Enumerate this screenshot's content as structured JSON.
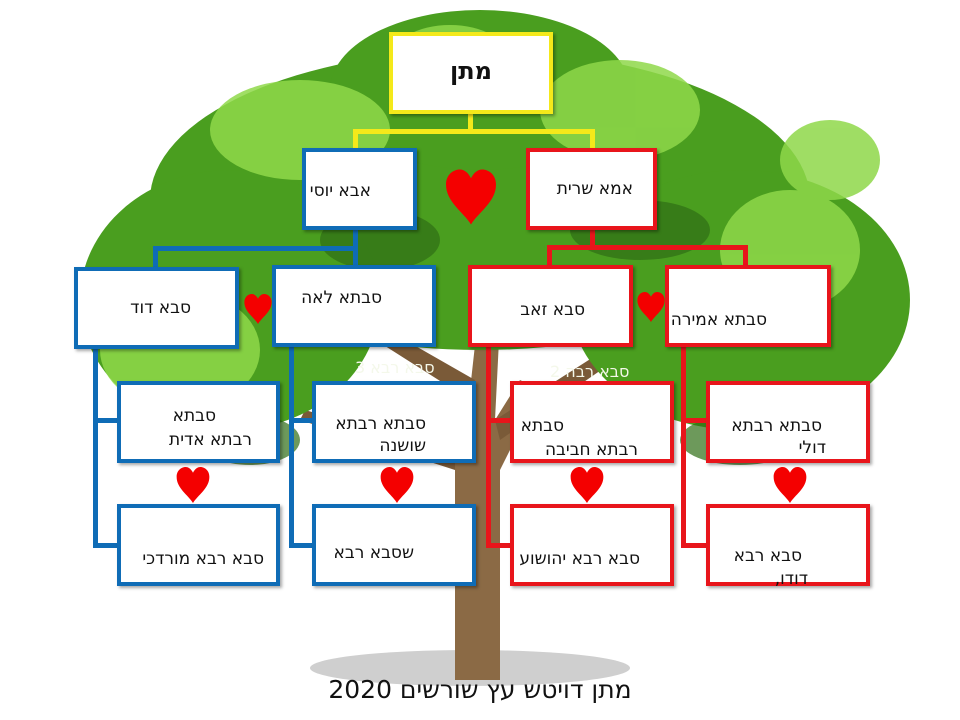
{
  "colors": {
    "father_side": "#0f6cb6",
    "mother_side": "#e8151b",
    "root": "#f4e91a",
    "heart": "#f40000"
  },
  "root": {
    "name": "מתן"
  },
  "parents": {
    "father": "אבא יוסי",
    "mother": "אמא שרית"
  },
  "grandparents": {
    "father_father": "סבא דוד",
    "father_mother": "סבתא לאה",
    "mother_father": "סבא זאב",
    "mother_mother": "סבתא אמירה"
  },
  "great_grandparents": {
    "col1_top": [
      "סבתא",
      "רבתא אדית"
    ],
    "col1_bottom": "סבא רבא מורדכי",
    "col2_top": [
      "סבתא רבתא",
      "שושנה"
    ],
    "col2_bottom": "שסבא רבא",
    "col3_top": [
      "סבתא",
      "רבתא חביבה"
    ],
    "col3_bottom": "סבא רבא יהושוע",
    "col4_top": [
      "סבתא רבתא",
      "דולי"
    ],
    "col4_bottom": [
      "סבא רבא",
      "דודו,"
    ]
  },
  "ghost_labels": [
    "סבא רבא 3",
    "סבא רבה 2"
  ],
  "caption": "מתן דויטש עץ שורשים 2020",
  "icons": [
    "heart-icon",
    "tree-illustration"
  ]
}
